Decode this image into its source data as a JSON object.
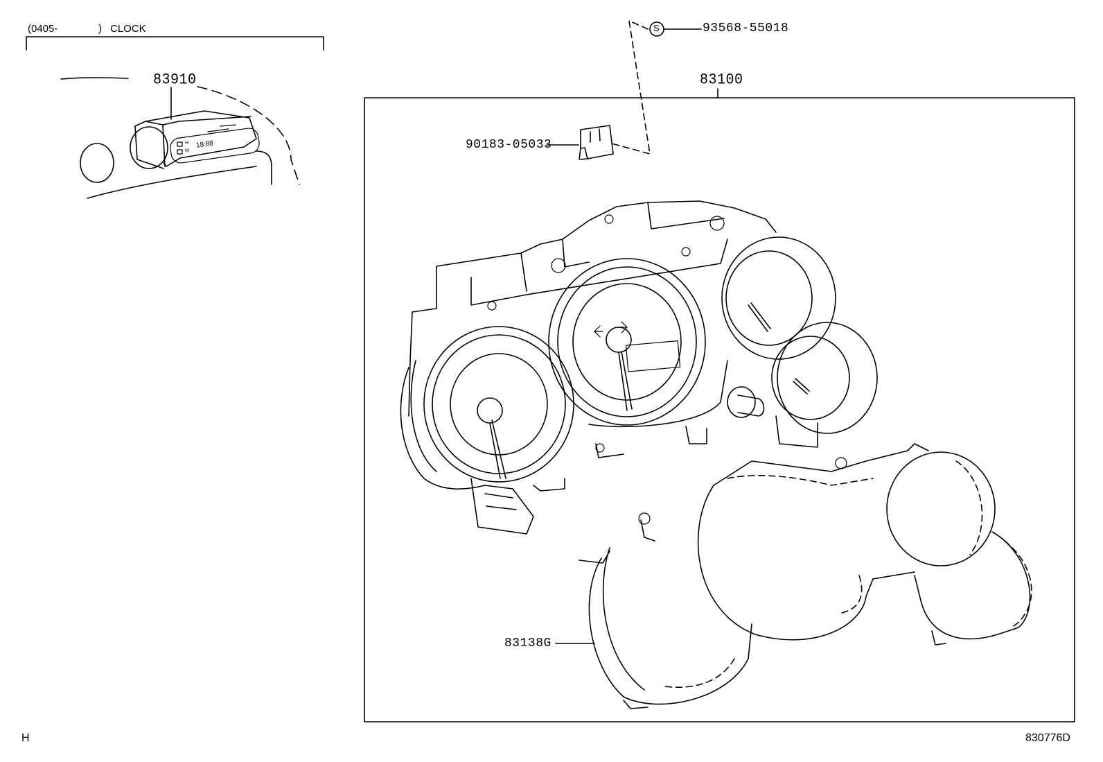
{
  "clock_header": {
    "code": "(0405-",
    "paren_close": ")",
    "name": "CLOCK"
  },
  "parts": {
    "clock_part": "83910",
    "cluster": "83100",
    "screw": "93568-55018",
    "screw_symbol": "S",
    "clip": "90183-05033",
    "glass": "83138G"
  },
  "clock_display": {
    "time": "18:88",
    "button_h": "H",
    "button_m": "M"
  },
  "footer": {
    "left_mark": "H",
    "drawing_id": "830776D"
  }
}
